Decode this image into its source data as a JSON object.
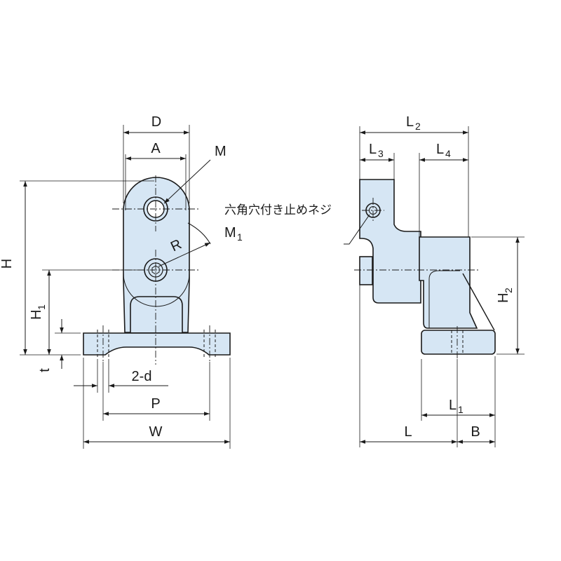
{
  "labels": {
    "D": "D",
    "A": "A",
    "M": "M",
    "R": "R",
    "H": "H",
    "H1_main": "H",
    "H1_sub": "1",
    "t": "t",
    "two_d": "2-d",
    "P": "P",
    "W": "W",
    "L2_main": "L",
    "L2_sub": "2",
    "L3_main": "L",
    "L3_sub": "3",
    "L4_main": "L",
    "L4_sub": "4",
    "set_screw": "六角穴付き止めネジ",
    "M1_main": "M",
    "M1_sub": "1",
    "H2_main": "H",
    "H2_sub": "2",
    "L1_main": "L",
    "L1_sub": "1",
    "L": "L",
    "B": "B"
  },
  "colors": {
    "part_fill": "#d6e6f4",
    "line": "#1a1a1a"
  }
}
